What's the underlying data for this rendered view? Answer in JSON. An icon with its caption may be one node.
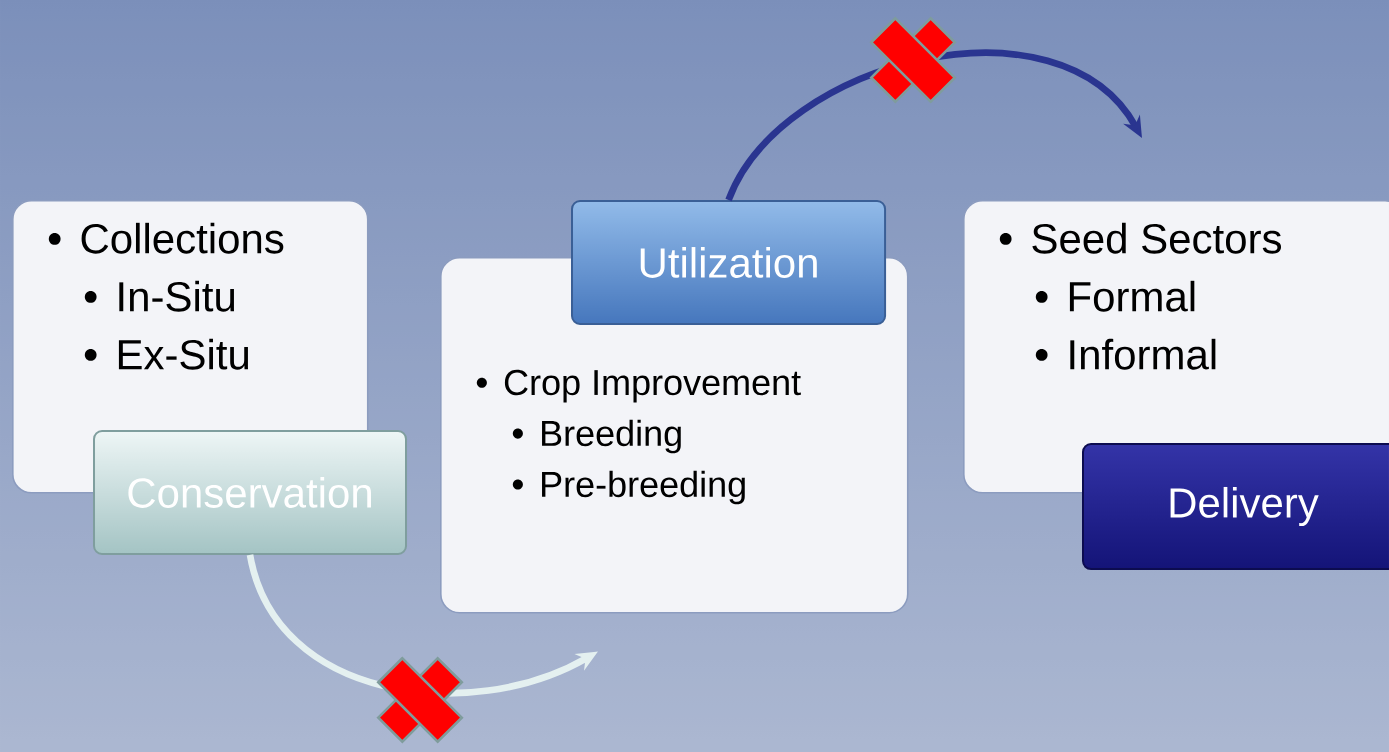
{
  "diagram": {
    "nodes": [
      {
        "text": [
          "Collections",
          "In-Situ",
          "Ex-Situ"
        ]
      },
      {
        "text": [
          "Conservation"
        ]
      },
      {
        "text": [
          "Crop Improvement",
          "Breeding",
          "Pre-breeding"
        ]
      },
      {
        "text": [
          "Utilization"
        ]
      },
      {
        "text": [
          "Seed Sectors",
          "Formal",
          "Informal"
        ]
      },
      {
        "text": [
          "Delivery"
        ]
      }
    ],
    "edges": [
      {
        "from": 1,
        "to": 2,
        "arrow": "to",
        "color": "#e4f0f0"
      },
      {
        "from": 3,
        "to": 4,
        "arrow": "to",
        "color": "#2a3590"
      }
    ]
  }
}
